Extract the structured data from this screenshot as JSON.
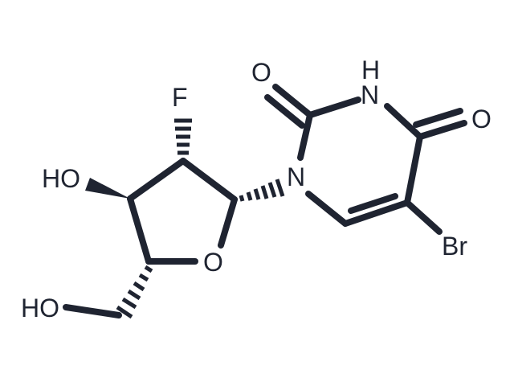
{
  "molecule": {
    "color": "#1f2431",
    "atoms": {
      "fluorine": "F",
      "hydroxyl_3": "HO",
      "hydroxyl_5": "HO",
      "ring_oxygen": "O",
      "n1": "N",
      "n3": "N",
      "n3_hydrogen": "H",
      "carbonyl_o2": "O",
      "carbonyl_o4": "O",
      "bromine": "Br"
    }
  }
}
